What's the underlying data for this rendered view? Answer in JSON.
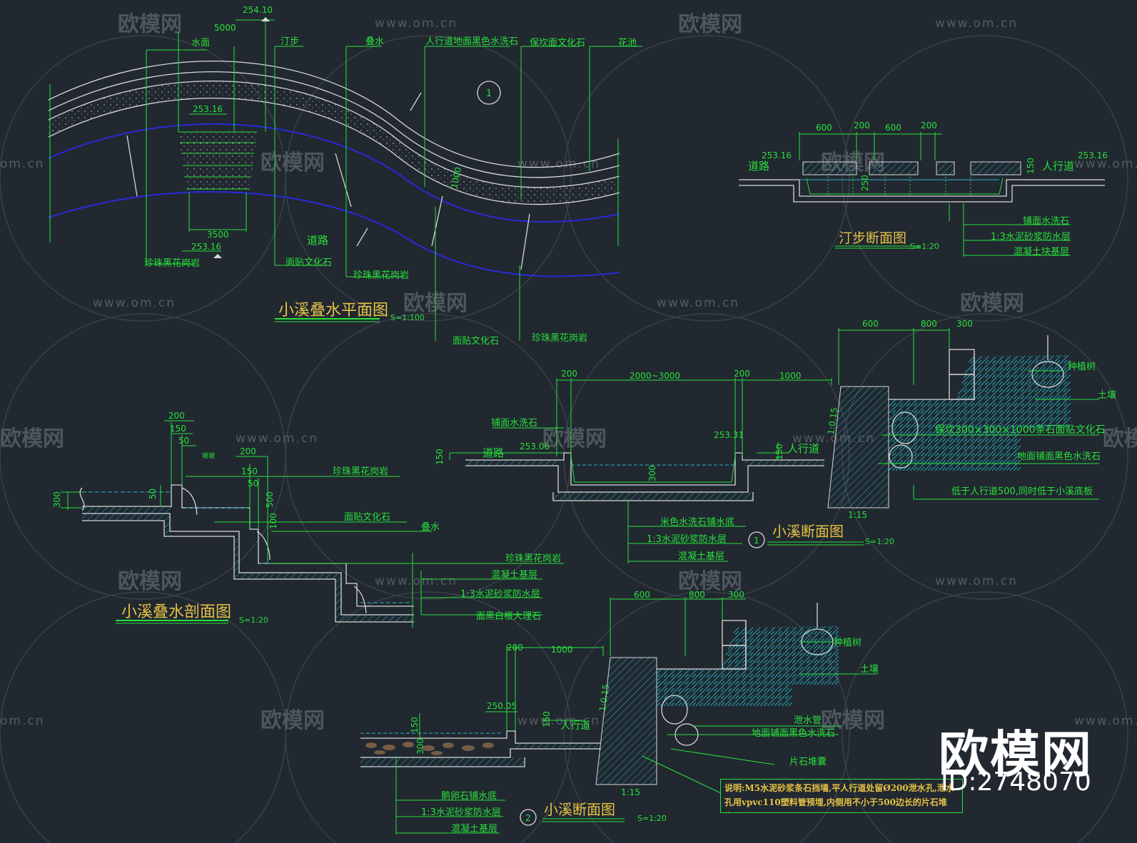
{
  "watermark": {
    "brand": "欧模网",
    "url": "www.om.cn",
    "url_partial": "om.cn"
  },
  "brand_logo": {
    "text": "欧模网",
    "id": "ID:2748070"
  },
  "plan": {
    "title": "小溪叠水平面图",
    "scale": "S=1:100",
    "labels": [
      "水面",
      "汀步",
      "叠水",
      "人行道地面黑色水洗石",
      "保坎面文化石",
      "花池",
      "珍珠黑花岗岩",
      "面贴文化石",
      "珍珠黑花岗岩",
      "道路",
      "面贴文化石",
      "珍珠黑花岗岩"
    ],
    "dims": [
      "254.10",
      "5000",
      "253.16",
      "3500",
      "253.16",
      "1000"
    ],
    "callout": "1"
  },
  "stepping": {
    "title": "汀步断面图",
    "scale": "S=1:20",
    "labels": [
      "道路",
      "人行道",
      "铺面水洗石",
      "1:3水泥砂浆防水层",
      "混凝土块基层"
    ],
    "dims": [
      "600",
      "200",
      "600",
      "200",
      "253.16",
      "253.16",
      "150",
      "250"
    ]
  },
  "cascade_section": {
    "title": "小溪叠水剖面图",
    "scale": "S=1:20",
    "labels": [
      "珍珠黑花岗岩",
      "面贴文化石",
      "叠水",
      "珍珠黑花岗岩",
      "混凝土基层",
      "1:3水泥砂浆防水层",
      "面黑白根大理石"
    ],
    "dims": [
      "200",
      "150",
      "50",
      "200",
      "150",
      "50",
      "300",
      "50",
      "500",
      "100",
      "坡坡"
    ]
  },
  "stream_section_1": {
    "title": "小溪断面图",
    "scale": "S=1:20",
    "callout": "1",
    "labels": [
      "铺面水洗石",
      "道路",
      "人行道",
      "种植树",
      "土壤",
      "保坎300×300×1000条石面贴文化石",
      "地面铺面黑色水洗石",
      "低于人行道500,同时低于小溪底板",
      "米色水洗石铺水底",
      "1:3水泥砂浆防水层",
      "混凝土基层"
    ],
    "dims": [
      "200",
      "2000~3000",
      "200",
      "1000",
      "600",
      "800",
      "300",
      "253.31",
      "253.06",
      "150",
      "150",
      "300",
      "1:0.15",
      "1:15"
    ]
  },
  "stream_section_2": {
    "title": "小溪断面图",
    "scale": "S=1:20",
    "callout": "2",
    "labels": [
      "人行道",
      "种植树",
      "土壤",
      "泄水管",
      "地面铺面黑色水洗石",
      "片石堆囊",
      "鹅卵石铺水底",
      "1:3水泥砂浆防水层",
      "混凝土基层"
    ],
    "dims": [
      "600",
      "800",
      "300",
      "200",
      "1000",
      "250.05",
      "150",
      "300",
      "150",
      "1:0.15",
      "1:15"
    ]
  },
  "note": {
    "text": "说明:M5水泥砂浆条石挡墙,平人行道处留Ø200泄水孔,泄水孔用vpvc110塑料管预埋,内侧用不小于500边长的片石堆囊."
  }
}
